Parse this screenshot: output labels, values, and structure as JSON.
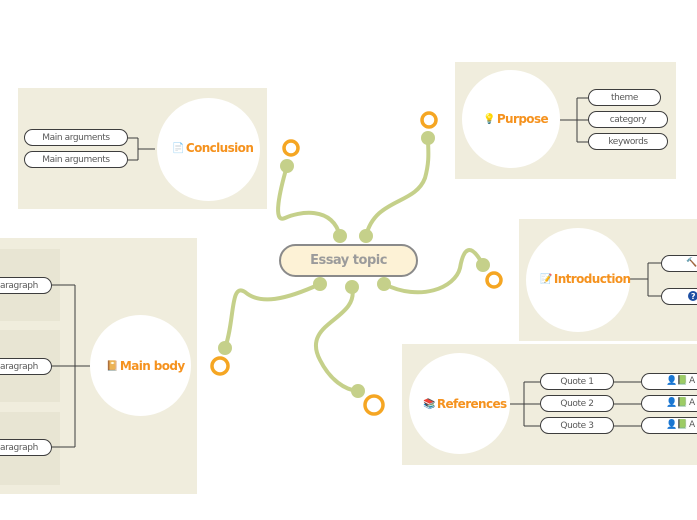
{
  "central_topic": "Essay topic",
  "colors": {
    "branch": "#c5d08a",
    "accent": "#f5921e",
    "panel": "#f0eddd",
    "center_fill": "#fdf2d6"
  },
  "branches": {
    "purpose": {
      "label": "Purpose",
      "icon": "lightbulb-icon",
      "glyph": "💡",
      "items": [
        "theme",
        "category",
        "keywords"
      ]
    },
    "conclusion": {
      "label": "Conclusion",
      "icon": "document-icon",
      "glyph": "📄",
      "items": [
        "Main arguments",
        "Main arguments"
      ]
    },
    "introduction": {
      "label": "Introduction",
      "icon": "memo-icon",
      "glyph": "📝",
      "items": [
        {
          "icon": "gavel-icon",
          "glyph": "🔨"
        },
        {
          "icon": "question-icon",
          "glyph": "?"
        }
      ]
    },
    "main_body": {
      "label": "Main body",
      "icon": "notebook-icon",
      "glyph": "📔",
      "items": [
        "aragraph",
        "aragraph",
        "aragraph"
      ]
    },
    "references": {
      "label": "References",
      "icon": "books-icon",
      "glyph": "📚",
      "items": [
        "Quote 1",
        "Quote 2",
        "Quote 3"
      ],
      "sources": [
        {
          "text": "A",
          "icon": "author-book-icon",
          "glyph": "👤📗"
        },
        {
          "text": "A",
          "icon": "author-book-icon",
          "glyph": "👤📗"
        },
        {
          "text": "A",
          "icon": "author-book-icon",
          "glyph": "👤📗"
        }
      ]
    }
  }
}
